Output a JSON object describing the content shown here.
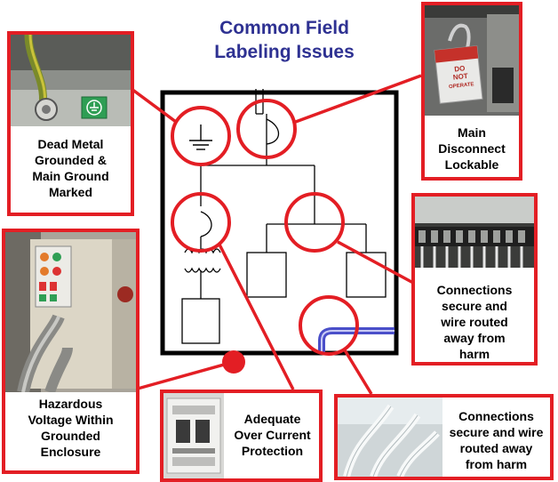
{
  "title": {
    "line1": "Common Field",
    "line2": "Labeling Issues"
  },
  "colors": {
    "accent_red": "#e31e24",
    "title_blue": "#2e3192",
    "conduit_blue": "#4a4fc9"
  },
  "callouts": {
    "ground": {
      "line1": "Dead Metal",
      "line2": "Grounded &",
      "line3": "Main Ground",
      "line4": "Marked"
    },
    "disconnect": {
      "line1": "Main",
      "line2": "Disconnect",
      "line3": "Lockable"
    },
    "connections_top": {
      "line1": "Connections",
      "line2": "secure and",
      "line3": "wire routed",
      "line4": "away from",
      "line5": "harm"
    },
    "hazardous": {
      "line1": "Hazardous",
      "line2": "Voltage Within",
      "line3": "Grounded",
      "line4": "Enclosure"
    },
    "overcurrent": {
      "line1": "Adequate",
      "line2": "Over Current",
      "line3": "Protection"
    },
    "connections_bottom": {
      "line1": "Connections",
      "line2": "secure and wire",
      "line3": "routed away",
      "line4": "from harm"
    }
  },
  "lock_tag": {
    "line1": "DO",
    "line2": "NOT",
    "line3": "OPERATE"
  }
}
